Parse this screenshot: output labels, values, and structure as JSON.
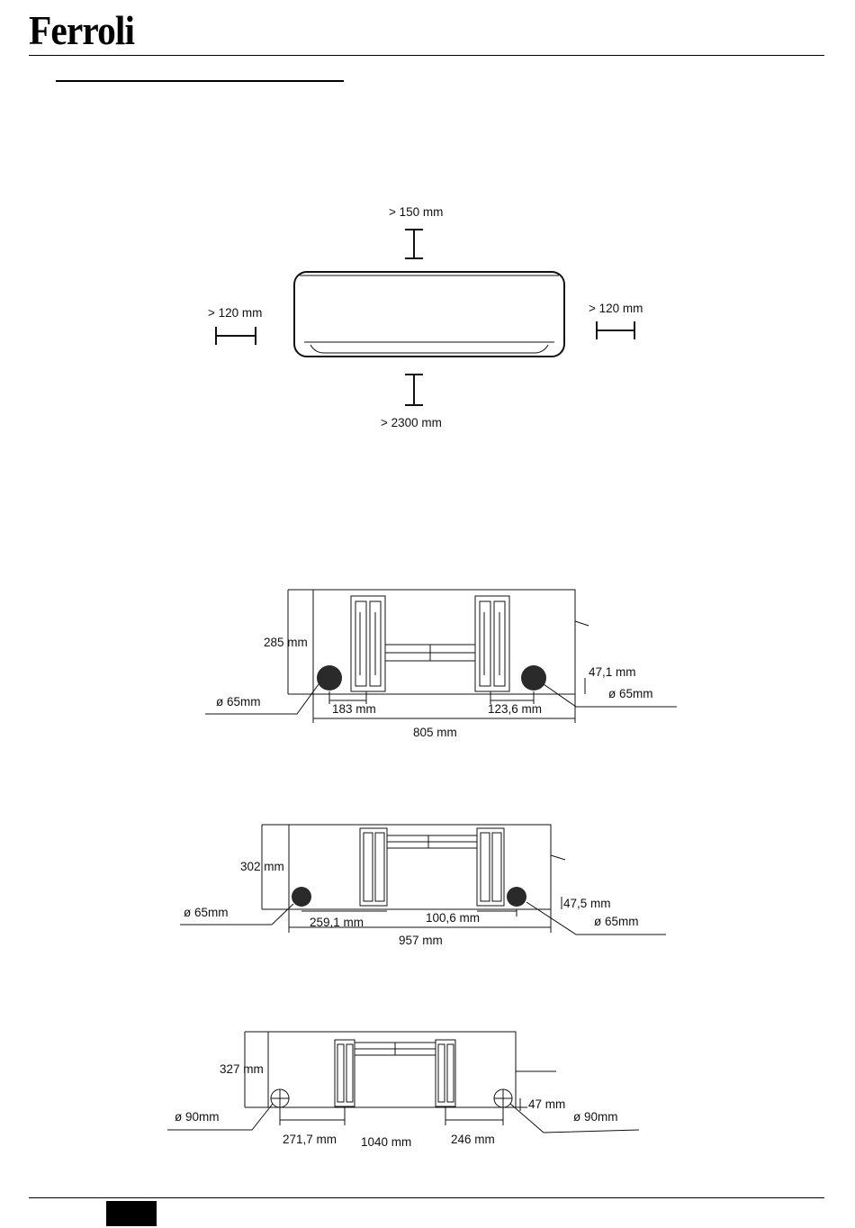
{
  "header": {
    "brand": "Ferroli"
  },
  "clearance": {
    "top": "> 150 mm",
    "left": "> 120 mm",
    "right": "> 120 mm",
    "bottom": "> 2300 mm"
  },
  "plate1": {
    "height": "285 mm",
    "dia_left": "ø 65mm",
    "dia_right": "ø 65mm",
    "offset_right": "47,1 mm",
    "dist_left": "183 mm",
    "dist_right": "123,6 mm",
    "width": "805 mm"
  },
  "plate2": {
    "height": "302 mm",
    "dia_left": "ø 65mm",
    "dia_right": "ø 65mm",
    "offset_right": "47,5 mm",
    "dist_left": "259,1 mm",
    "dist_right": "100,6 mm",
    "width": "957 mm"
  },
  "plate3": {
    "height": "327 mm",
    "dia_left": "ø 90mm",
    "dia_right": "ø 90mm",
    "offset_right": "47 mm",
    "dist_left": "271,7 mm",
    "dist_right": "246 mm",
    "width": "1040 mm"
  }
}
